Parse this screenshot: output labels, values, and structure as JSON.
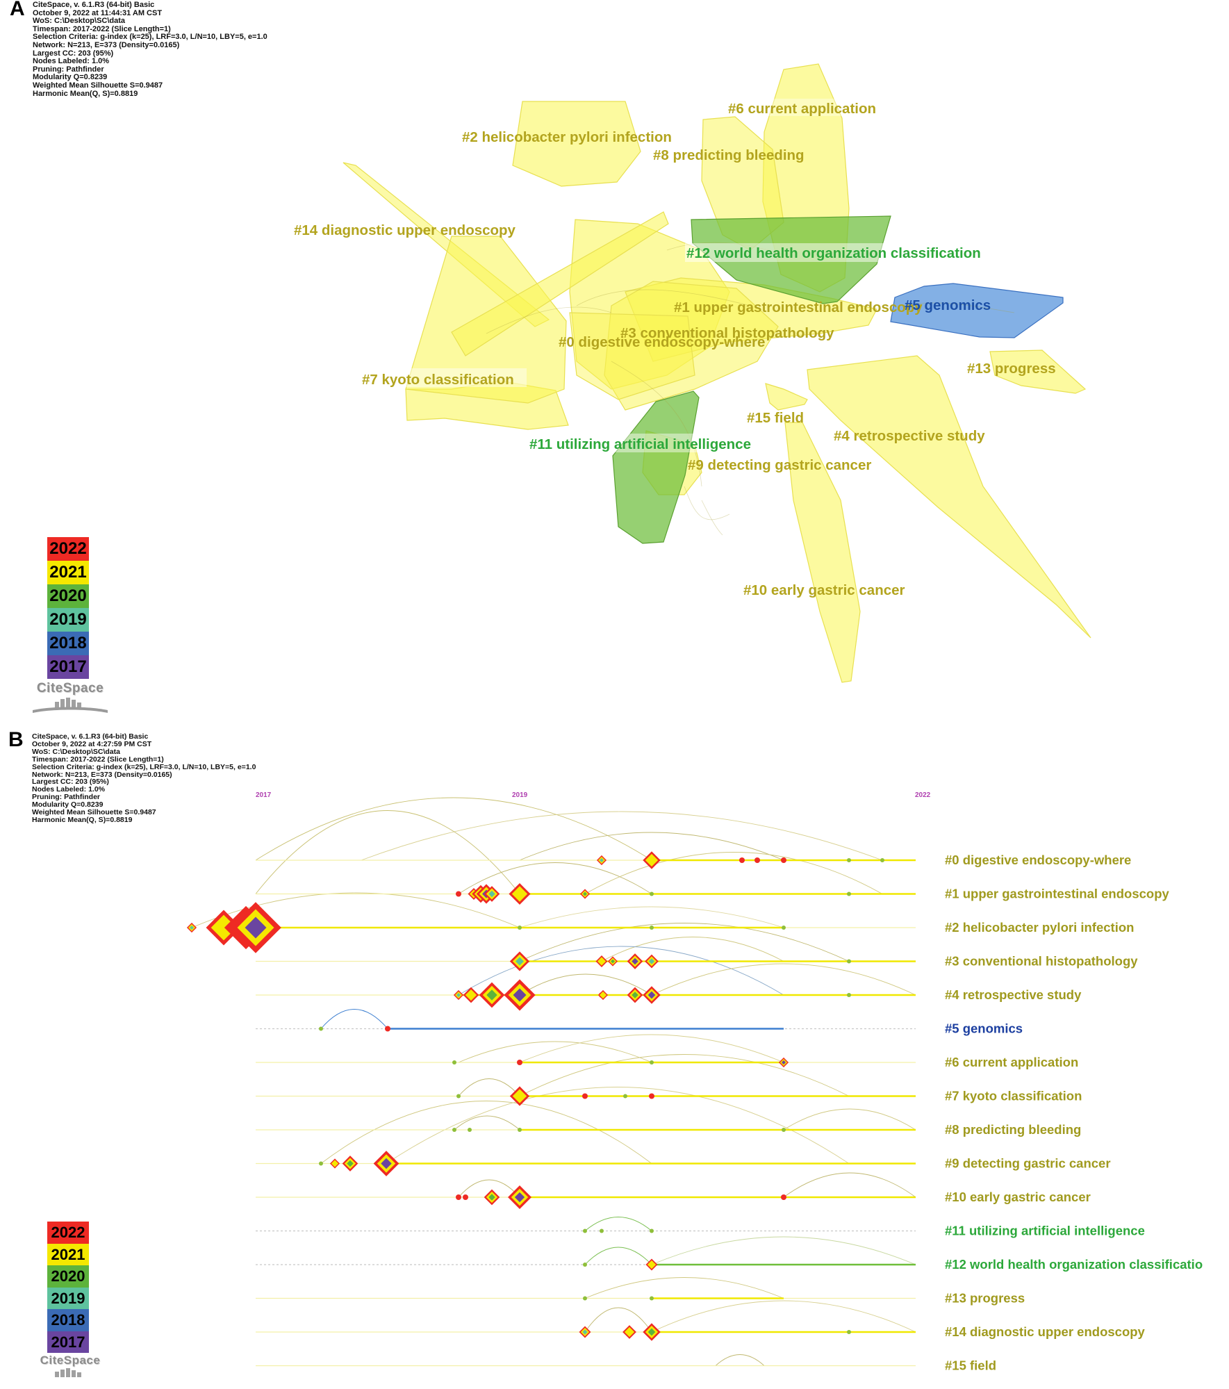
{
  "panel_a": {
    "letter": "A",
    "meta": [
      "CiteSpace, v. 6.1.R3 (64-bit) Basic",
      "October 9, 2022 at 11:44:31 AM CST",
      "WoS: C:\\Desktop\\SC\\data",
      "Timespan: 2017-2022 (Slice Length=1)",
      "Selection Criteria: g-index (k=25), LRF=3.0, L/N=10, LBY=5, e=1.0",
      "Network: N=213, E=373 (Density=0.0165)",
      "Largest CC: 203 (95%)",
      "Nodes Labeled: 1.0%",
      "Pruning: Pathfinder",
      "Modularity Q=0.8239",
      "Weighted Mean Silhouette S=0.9487",
      "Harmonic Mean(Q, S)=0.8819"
    ],
    "cluster_labels": [
      {
        "text": "#6 current application",
        "color": "#b3a41e"
      },
      {
        "text": "#2 helicobacter pylori infection",
        "color": "#b3a41e"
      },
      {
        "text": "#8 predicting bleeding",
        "color": "#b3a41e"
      },
      {
        "text": "#14 diagnostic upper endoscopy",
        "color": "#b3a41e"
      },
      {
        "text": "#12 world health organization classification",
        "color": "#2ca83a"
      },
      {
        "text": "#1 upper gastrointestinal endoscopy",
        "color": "#b3a41e"
      },
      {
        "text": "#5 genomics",
        "color": "#1c4fa6"
      },
      {
        "text": "#3 conventional histopathology",
        "color": "#b3a41e"
      },
      {
        "text": "#0 digestive endoscopy-where",
        "color": "#b3a41e"
      },
      {
        "text": "#7 kyoto classification",
        "color": "#b3a41e"
      },
      {
        "text": "#13 progress",
        "color": "#b3a41e"
      },
      {
        "text": "#15 field",
        "color": "#b3a41e"
      },
      {
        "text": "#4 retrospective study",
        "color": "#b3a41e"
      },
      {
        "text": "#11 utilizing artificial intelligence",
        "color": "#2ca83a"
      },
      {
        "text": "#9 detecting gastric cancer",
        "color": "#b3a41e"
      },
      {
        "text": "#10 early gastric cancer",
        "color": "#b3a41e"
      }
    ]
  },
  "panel_b": {
    "letter": "B",
    "meta": [
      "CiteSpace, v. 6.1.R3 (64-bit) Basic",
      "October 9, 2022 at 4:27:59 PM CST",
      "WoS: C:\\Desktop\\SC\\data",
      "Timespan: 2017-2022 (Slice Length=1)",
      "Selection Criteria: g-index (k=25), LRF=3.0, L/N=10, LBY=5, e=1.0",
      "Network: N=213, E=373 (Density=0.0165)",
      "Largest CC: 203 (95%)",
      "Nodes Labeled: 1.0%",
      "Pruning: Pathfinder",
      "Modularity Q=0.8239",
      "Weighted Mean Silhouette S=0.9487",
      "Harmonic Mean(Q, S)=0.8819"
    ],
    "year_axis": [
      "2017",
      "2019",
      "2022"
    ],
    "year_axis_color": "#b040b0",
    "timeline_rows": [
      {
        "label": "#0 digestive endoscopy-where",
        "color": "#a09a1e",
        "line": "#f0e800"
      },
      {
        "label": "#1 upper gastrointestinal endoscopy",
        "color": "#a09a1e",
        "line": "#f0e800"
      },
      {
        "label": "#2 helicobacter pylori infection",
        "color": "#a09a1e",
        "line": "#f0e800"
      },
      {
        "label": "#3 conventional histopathology",
        "color": "#a09a1e",
        "line": "#f0e800"
      },
      {
        "label": "#4 retrospective study",
        "color": "#a09a1e",
        "line": "#f0e800"
      },
      {
        "label": "#5 genomics",
        "color": "#1c3fa0",
        "line": "#3d7fd0"
      },
      {
        "label": "#6 current application",
        "color": "#a09a1e",
        "line": "#f0e800"
      },
      {
        "label": "#7 kyoto classification",
        "color": "#a09a1e",
        "line": "#f0e800"
      },
      {
        "label": "#8 predicting bleeding",
        "color": "#a09a1e",
        "line": "#f0e800"
      },
      {
        "label": "#9 detecting gastric cancer",
        "color": "#a09a1e",
        "line": "#f0e800"
      },
      {
        "label": "#10 early gastric cancer",
        "color": "#a09a1e",
        "line": "#f0e800"
      },
      {
        "label": "#11 utilizing artificial intelligence",
        "color": "#2ca83a",
        "line": "#c9c9a0"
      },
      {
        "label": "#12 world health organization classificatio",
        "color": "#2ca83a",
        "line": "#6fbf3a"
      },
      {
        "label": "#13 progress",
        "color": "#a09a1e",
        "line": "#f0e800"
      },
      {
        "label": "#14 diagnostic upper endoscopy",
        "color": "#a09a1e",
        "line": "#f0e800"
      },
      {
        "label": "#15 field",
        "color": "#a09a1e",
        "line": "#f0e800"
      }
    ]
  },
  "legend": [
    {
      "year": "2022",
      "color": "#ee2a24"
    },
    {
      "year": "2021",
      "color": "#f5e800"
    },
    {
      "year": "2020",
      "color": "#5db33c"
    },
    {
      "year": "2019",
      "color": "#5ec29e"
    },
    {
      "year": "2018",
      "color": "#3b6bb5"
    },
    {
      "year": "2017",
      "color": "#6a45a0"
    }
  ],
  "logo_text": "CiteSpace"
}
